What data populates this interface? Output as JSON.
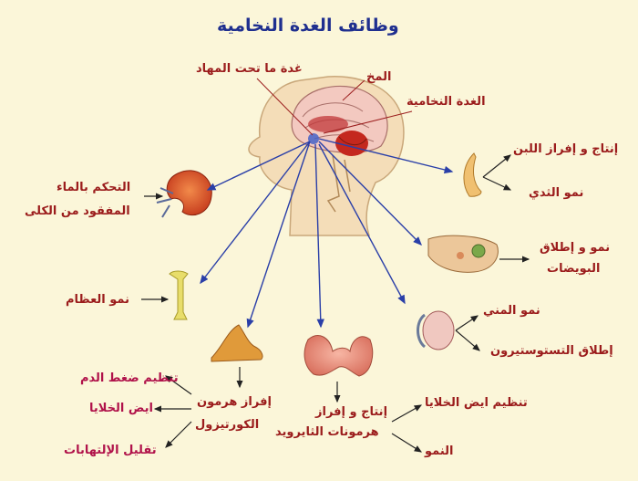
{
  "title": "وظائف الغدة النخامية",
  "labels": {
    "hypothalamus": "غدة ما تحت المهاد",
    "brain": "المخ",
    "pituitary": "الغدة النخامية",
    "milk_production": "إنتاج و إفراز اللبن",
    "breast_growth": "نمو الثدي",
    "kidney_water_line1": "التحكم بالماء",
    "kidney_water_line2": "المفقود من الكلى",
    "ovary_line1": "نمو و إطلاق",
    "ovary_line2": "البويضات",
    "bone_growth": "نمو العظام",
    "sperm_growth": "نمو المني",
    "testosterone": "إطلاق التستوستيرون",
    "cortisol_line1": "إفراز هرمون",
    "cortisol_line2": "الكورتيزول",
    "blood_pressure": "تنظيم ضغط الدم",
    "adrenal_metabolism": "ايض الخلايا",
    "reduce_inflammation": "تقليل الإلتهابات",
    "thyroid_line1": "إنتاج و إفراز",
    "thyroid_line2": "هرمونات الثايرويد",
    "thyroid_metabolism": "تنظيم ايض الخلايا",
    "growth": "النمو"
  },
  "colors": {
    "background": "#fbf6d9",
    "title": "#1f2f8f",
    "label_red": "#9b1c1c",
    "label_magenta": "#b0124a",
    "arrow_blue": "#2a3fa8"
  }
}
